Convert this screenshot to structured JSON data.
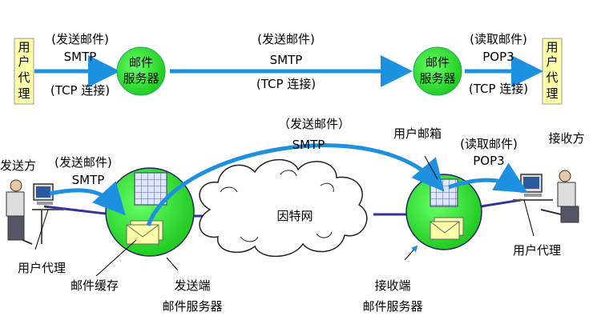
{
  "top": {
    "left_agent": [
      "用",
      "户",
      "代",
      "理"
    ],
    "right_agent": [
      "用",
      "户",
      "代",
      "理"
    ],
    "server_left": [
      "邮件",
      "服务器"
    ],
    "server_right": [
      "邮件",
      "服务器"
    ],
    "seg1": {
      "l1": "(发送邮件)",
      "l2": "SMTP",
      "l3": "(TCP 连接)"
    },
    "seg2": {
      "l1": "(发送邮件)",
      "l2": "SMTP",
      "l3": "(TCP 连接)"
    },
    "seg3": {
      "l1": "(读取邮件)",
      "l2": "POP3",
      "l3": "(TCP 连接)"
    }
  },
  "bottom": {
    "sender": "发送方",
    "send_mail": "(发送邮件)",
    "smtp_left": "SMTP",
    "arc_label1": "（发送邮件）",
    "arc_label2": "SMTP",
    "internet": "因特网",
    "mailbox": "用户邮箱",
    "read_mail": "(读取邮件)",
    "pop3": "POP3",
    "receiver": "接收方",
    "agent_left": "用户代理",
    "mail_cache": "邮件缓存",
    "send_server": [
      "发送端",
      "邮件服务器"
    ],
    "recv_server": [
      "接收端",
      "邮件服务器"
    ],
    "agent_right": "用户代理"
  },
  "colors": {
    "arrow": "#1e90e0",
    "server_fill": "#22dd22",
    "agent_fill": "#ffffa8",
    "line": "#333399"
  }
}
